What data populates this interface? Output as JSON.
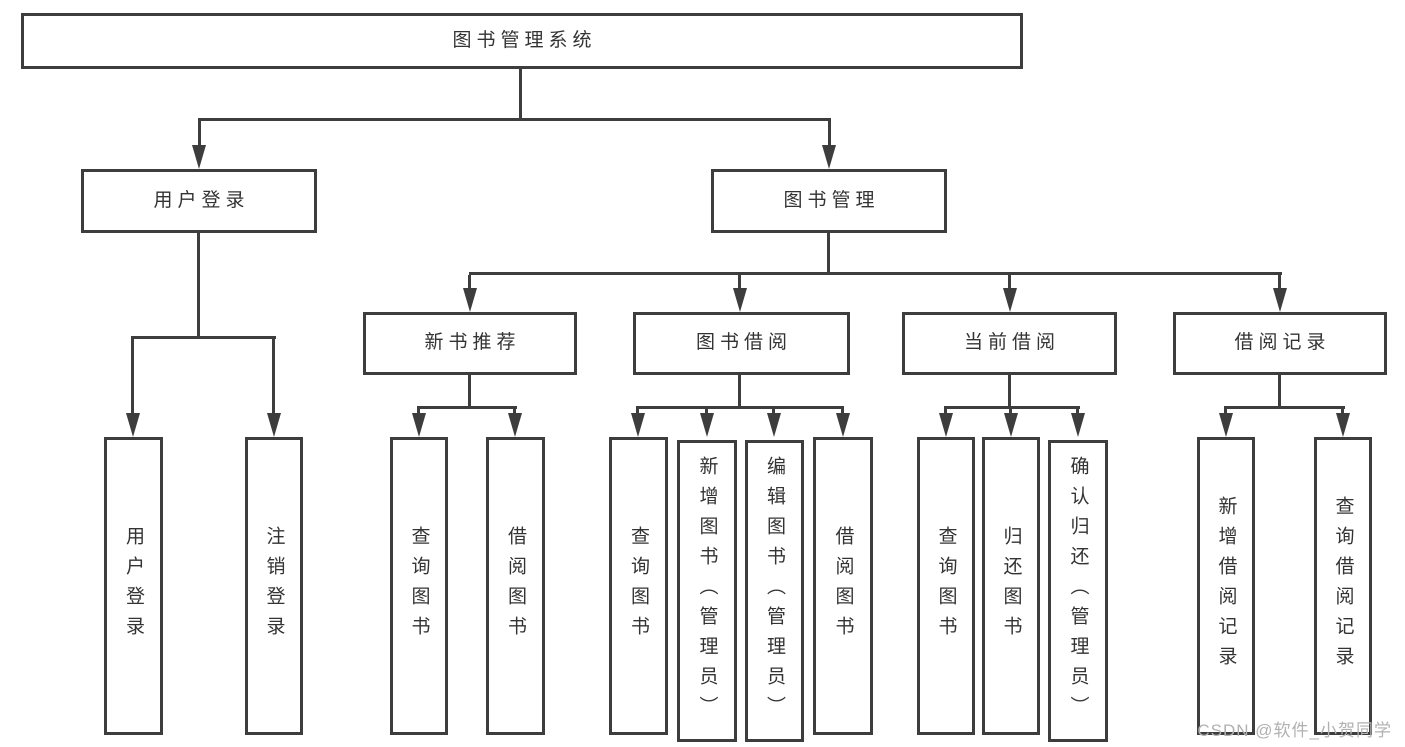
{
  "diagram": {
    "root": {
      "label": "图书管理系统"
    },
    "branches": [
      {
        "label": "用户登录",
        "children": [
          {
            "label": "用户登录"
          },
          {
            "label": "注销登录"
          }
        ]
      },
      {
        "label": "图书管理",
        "children": [
          {
            "label": "新书推荐",
            "children": [
              {
                "label": "查询图书"
              },
              {
                "label": "借阅图书"
              }
            ]
          },
          {
            "label": "图书借阅",
            "children": [
              {
                "label": "查询图书"
              },
              {
                "label": "新增图书（管理员）"
              },
              {
                "label": "编辑图书（管理员）"
              },
              {
                "label": "借阅图书"
              }
            ]
          },
          {
            "label": "当前借阅",
            "children": [
              {
                "label": "查询图书"
              },
              {
                "label": "归还图书"
              },
              {
                "label": "确认归还（管理员）"
              }
            ]
          },
          {
            "label": "借阅记录",
            "children": [
              {
                "label": "新增借阅记录"
              },
              {
                "label": "查询借阅记录"
              }
            ]
          }
        ]
      }
    ]
  },
  "watermark": {
    "text": "CSDN @软件_小贺同学"
  },
  "colors": {
    "line": "#3d3d3d",
    "box_border": "#3d3d3d",
    "text": "#333333",
    "background": "#ffffff",
    "watermark": "#b1b1b1"
  }
}
